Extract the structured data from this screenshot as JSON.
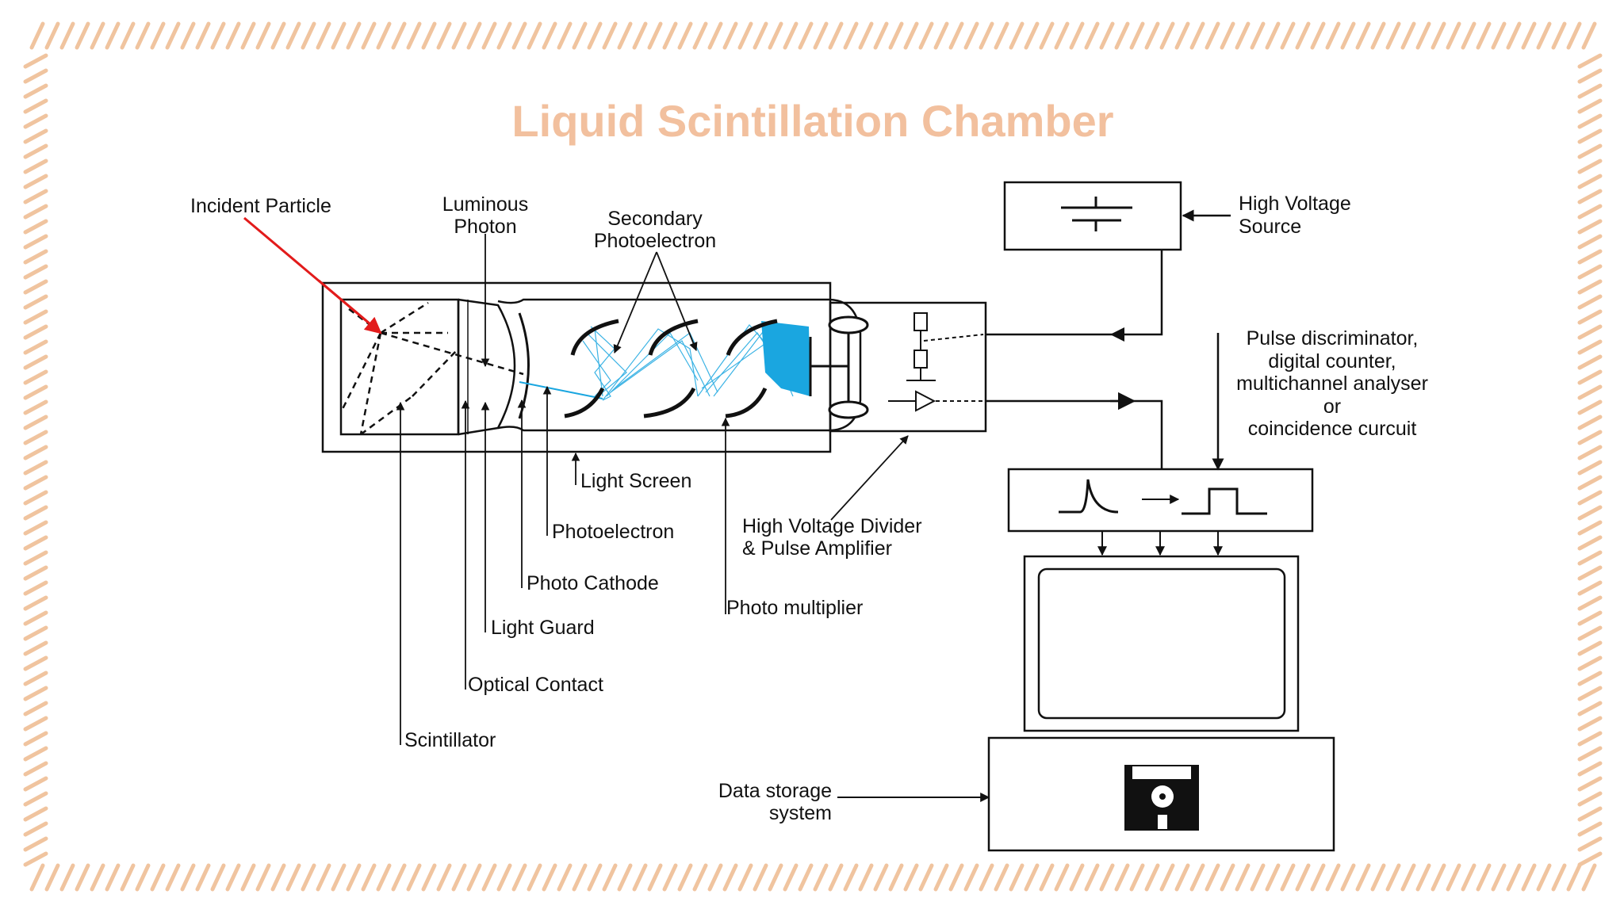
{
  "title": "Liquid Scintillation Chamber",
  "colors": {
    "title": "#F2C09E",
    "border_hatch": "#F0C49F",
    "incident_arrow": "#E21B1B",
    "electron_cascade": "#1AA6E0",
    "line": "#111111"
  },
  "labels": {
    "incident_particle": "Incident Particle",
    "luminous_photon_1": "Luminous",
    "luminous_photon_2": "Photon",
    "secondary_photoelectron_1": "Secondary",
    "secondary_photoelectron_2": "Photoelectron",
    "high_voltage_source_1": "High Voltage",
    "high_voltage_source_2": "Source",
    "pulse_discriminator_1": "Pulse discriminator,",
    "pulse_discriminator_2": "digital counter,",
    "pulse_discriminator_3": "multichannel analyser",
    "pulse_discriminator_4": "or",
    "pulse_discriminator_5": "coincidence curcuit",
    "light_screen": "Light Screen",
    "photoelectron": "Photoelectron",
    "photo_cathode": "Photo Cathode",
    "light_guard": "Light Guard",
    "optical_contact": "Optical Contact",
    "scintillator": "Scintillator",
    "high_voltage_divider_1": "High Voltage Divider",
    "high_voltage_divider_2": "& Pulse Amplifier",
    "photo_multiplier": "Photo multiplier",
    "data_storage_1": "Data storage",
    "data_storage_2": "system"
  },
  "icons": {
    "battery": "battery-symbol-icon",
    "pulse": "pulse-shaping-icon",
    "monitor": "monitor-icon",
    "floppy": "floppy-disk-icon"
  }
}
